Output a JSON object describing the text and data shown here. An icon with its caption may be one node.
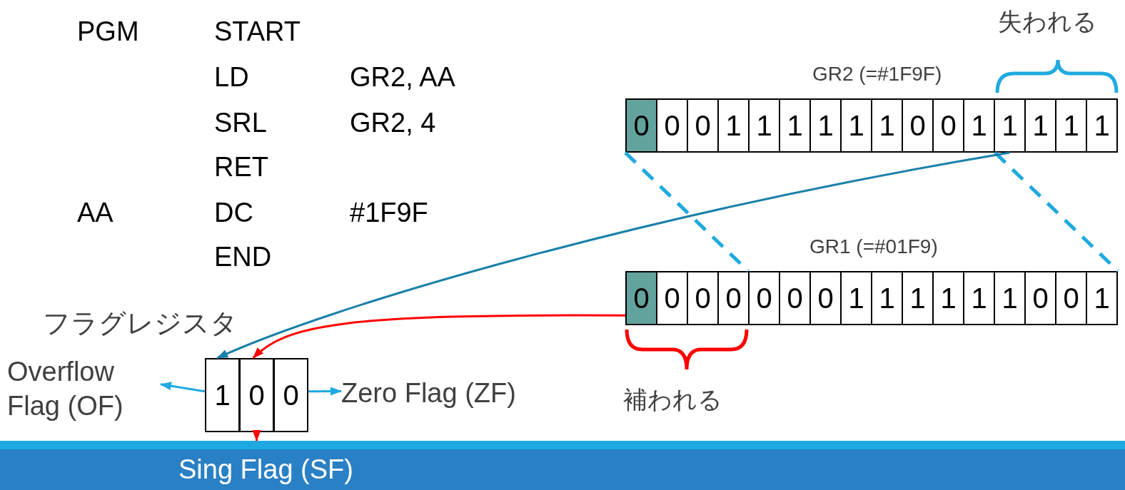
{
  "diagram": {
    "nodes": [
      {
        "text": [
          "GR2 (=#1F9F)"
        ]
      },
      {
        "text": [
          "0"
        ],
        "in": 0
      },
      {
        "text": [
          "0"
        ],
        "in": 0
      },
      {
        "text": [
          "0"
        ],
        "in": 0
      },
      {
        "text": [
          "1"
        ],
        "in": 0
      },
      {
        "text": [
          "1"
        ],
        "in": 0
      },
      {
        "text": [
          "1"
        ],
        "in": 0
      },
      {
        "text": [
          "1"
        ],
        "in": 0
      },
      {
        "text": [
          "1"
        ],
        "in": 0
      },
      {
        "text": [
          "1"
        ],
        "in": 0
      },
      {
        "text": [
          "0"
        ],
        "in": 0
      },
      {
        "text": [
          "0"
        ],
        "in": 0
      },
      {
        "text": [
          "1"
        ],
        "in": 0
      },
      {
        "text": [
          "1"
        ],
        "in": 0
      },
      {
        "text": [
          "1"
        ],
        "in": 0
      },
      {
        "text": [
          "1"
        ],
        "in": 0
      },
      {
        "text": [
          "1"
        ],
        "in": 0
      },
      {
        "text": [
          "GR1 (=#01F9)"
        ]
      },
      {
        "text": [
          "0"
        ],
        "in": 17
      },
      {
        "text": [
          "0"
        ],
        "in": 17
      },
      {
        "text": [
          "0"
        ],
        "in": 17
      },
      {
        "text": [
          "0"
        ],
        "in": 17
      },
      {
        "text": [
          "0"
        ],
        "in": 17
      },
      {
        "text": [
          "0"
        ],
        "in": 17
      },
      {
        "text": [
          "0"
        ],
        "in": 17
      },
      {
        "text": [
          "1"
        ],
        "in": 17
      },
      {
        "text": [
          "1"
        ],
        "in": 17
      },
      {
        "text": [
          "1"
        ],
        "in": 17
      },
      {
        "text": [
          "1"
        ],
        "in": 17
      },
      {
        "text": [
          "1"
        ],
        "in": 17
      },
      {
        "text": [
          "1"
        ],
        "in": 17
      },
      {
        "text": [
          "0"
        ],
        "in": 17
      },
      {
        "text": [
          "0"
        ],
        "in": 17
      },
      {
        "text": [
          "1"
        ],
        "in": 17
      },
      {
        "text": [
          "フラグレジスタ"
        ]
      },
      {
        "text": [
          "1"
        ],
        "in": 34
      },
      {
        "text": [
          "0"
        ],
        "in": 34
      },
      {
        "text": [
          "0"
        ],
        "in": 34
      },
      {
        "text": [
          "Overflow Flag (OF)"
        ]
      },
      {
        "text": [
          "Zero Flag (ZF)"
        ]
      },
      {
        "text": [
          "Sing Flag (SF)"
        ]
      }
    ],
    "edges": [
      {
        "from": 1,
        "to": 22,
        "arrow": "none",
        "style": "dashed"
      },
      {
        "from": 12,
        "to": 33,
        "arrow": "none",
        "style": "dashed"
      },
      {
        "from": 13,
        "to": 35,
        "arrow": "to",
        "color": "#1a80a8"
      },
      {
        "from": 18,
        "to": 36,
        "arrow": "to",
        "color": "#ff0000"
      },
      {
        "from": 35,
        "to": 38,
        "arrow": "to"
      },
      {
        "from": 37,
        "to": 39,
        "arrow": "to"
      },
      {
        "from": 36,
        "to": 40,
        "arrow": "to",
        "color": "#ff0000"
      }
    ],
    "labels": [
      "PGM",
      "START",
      "失われる",
      "LD",
      "GR2, AA",
      "SRL",
      "GR2, 4",
      "RET",
      "AA",
      "DC",
      "#1F9F",
      "END",
      "補われる"
    ]
  }
}
